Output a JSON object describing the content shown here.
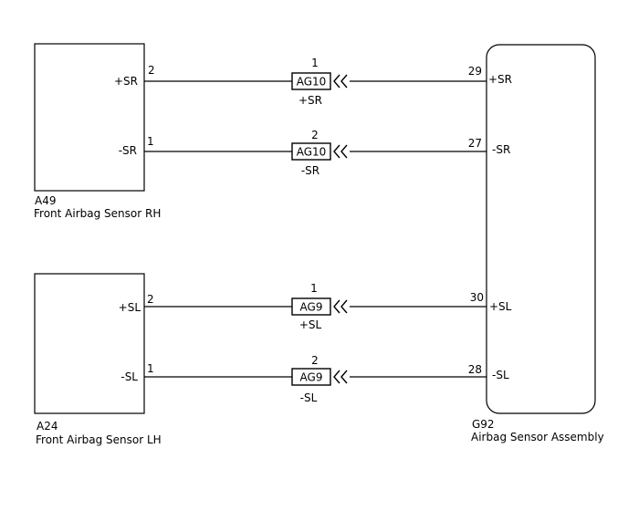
{
  "components": {
    "a49": {
      "code": "A49",
      "name": "Front Airbag Sensor RH",
      "pin_sr_plus": "+SR",
      "pin_sr_minus": "-SR"
    },
    "a24": {
      "code": "A24",
      "name": "Front Airbag Sensor LH",
      "pin_sl_plus": "+SL",
      "pin_sl_minus": "-SL"
    },
    "g92": {
      "code": "G92",
      "name": "Airbag Sensor Assembly",
      "pin_sr_plus": "+SR",
      "pin_sr_minus": "-SR",
      "pin_sl_plus": "+SL",
      "pin_sl_minus": "-SL"
    }
  },
  "wires": [
    {
      "left_pin": "2",
      "connector": "AG10",
      "connector_pin": "1",
      "signal": "+SR",
      "right_pin": "29"
    },
    {
      "left_pin": "1",
      "connector": "AG10",
      "connector_pin": "2",
      "signal": "-SR",
      "right_pin": "27"
    },
    {
      "left_pin": "2",
      "connector": "AG9",
      "connector_pin": "1",
      "signal": "+SL",
      "right_pin": "30"
    },
    {
      "left_pin": "1",
      "connector": "AG9",
      "connector_pin": "2",
      "signal": "-SL",
      "right_pin": "28"
    }
  ]
}
